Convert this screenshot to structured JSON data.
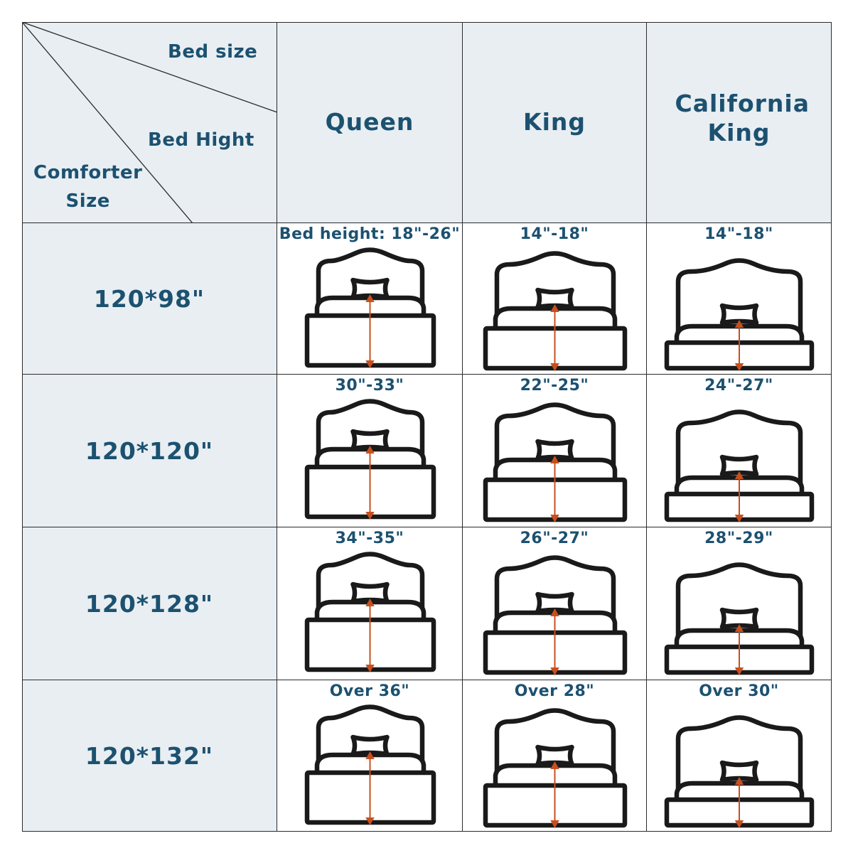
{
  "corner": {
    "bed_size": "Bed size",
    "bed_height": "Bed Hight",
    "comforter_line1": "Comforter",
    "comforter_line2": "Size"
  },
  "columns": [
    "Queen",
    "King",
    "California King"
  ],
  "rows": [
    {
      "size": "120*98\"",
      "heights": [
        "Bed height: 18\"-26\"",
        "14\"-18\"",
        "14\"-18\""
      ]
    },
    {
      "size": "120*120\"",
      "heights": [
        "30\"-33\"",
        "22\"-25\"",
        "24\"-27\""
      ]
    },
    {
      "size": "120*128\"",
      "heights": [
        "34\"-35\"",
        "26\"-27\"",
        "28\"-29\""
      ]
    },
    {
      "size": "120*132\"",
      "heights": [
        "Over 36\"",
        "Over 28\"",
        "Over 30\""
      ]
    }
  ],
  "colors": {
    "text": "#1c5170",
    "header_bg": "#e8eef2",
    "bed_outline": "#1a1a1a",
    "arrow": "#c8501e"
  },
  "icons": {
    "bed": "bed-with-headboard-icon",
    "arrow": "double-arrow-height-icon"
  }
}
